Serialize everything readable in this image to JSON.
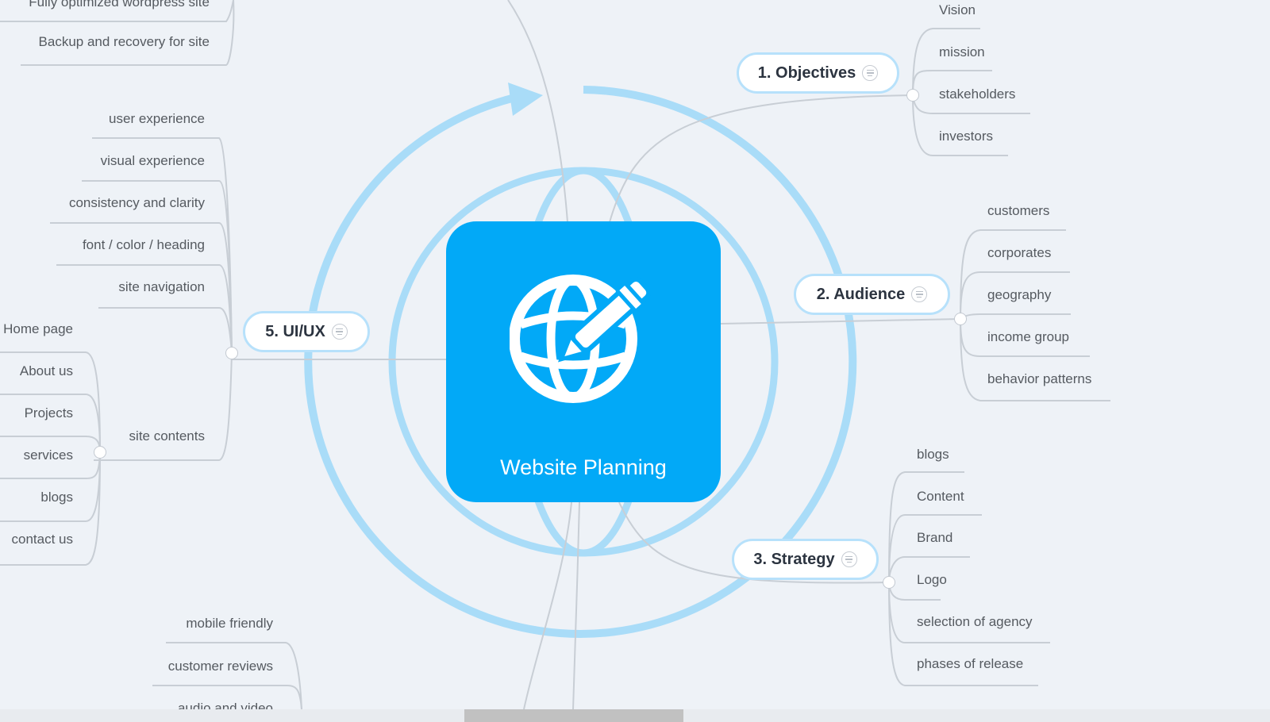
{
  "central_topic": {
    "label": "Website Planning",
    "icon": "globe-pen-icon"
  },
  "colors": {
    "central_bg": "#02a9f7",
    "ring": "#a9dcf8",
    "topic_border": "#b7e1fb",
    "branch_line": "#c5cbd2"
  },
  "topics": {
    "objectives": {
      "label": "1. Objectives",
      "children": [
        "Vision",
        "mission",
        "stakeholders",
        "investors"
      ]
    },
    "audience": {
      "label": "2. Audience",
      "children": [
        "customers",
        "corporates",
        "geography",
        "income group",
        "behavior patterns"
      ]
    },
    "strategy": {
      "label": "3. Strategy",
      "children": [
        "blogs",
        "Content",
        "Brand",
        "Logo",
        "selection of agency",
        "phases of release"
      ]
    },
    "uiux": {
      "label": "5. UI/UX",
      "children": [
        "user experience",
        "visual experience",
        "consistency and clarity",
        "font / color / heading",
        "site navigation",
        "site contents"
      ],
      "site_contents_children": [
        "Home page",
        "About us",
        "Projects",
        "services",
        "blogs",
        "contact us"
      ]
    },
    "top_left": {
      "children": [
        "Fully optimized wordpress site",
        "Backup and recovery for site"
      ]
    },
    "bottom_left": {
      "children": [
        "mobile friendly",
        "customer reviews",
        "audio and video"
      ]
    }
  }
}
